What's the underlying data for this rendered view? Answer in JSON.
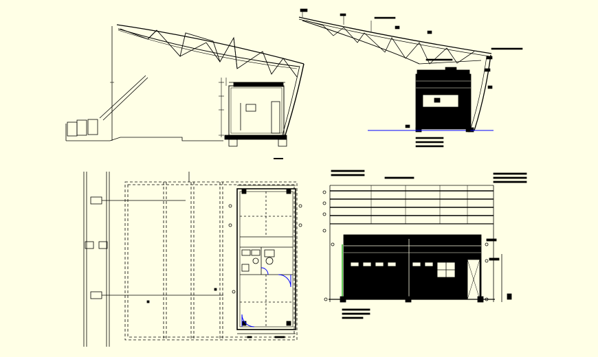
{
  "background_color": "#ffffe6",
  "line_color": "#000000",
  "accent_colors": {
    "blue": "#0000ff",
    "green": "#00aa00"
  },
  "drawing_sheet": {
    "views": [
      {
        "id": "side-section"
      },
      {
        "id": "front-elevation"
      },
      {
        "id": "floor-plan"
      },
      {
        "id": "long-elevation"
      }
    ]
  }
}
